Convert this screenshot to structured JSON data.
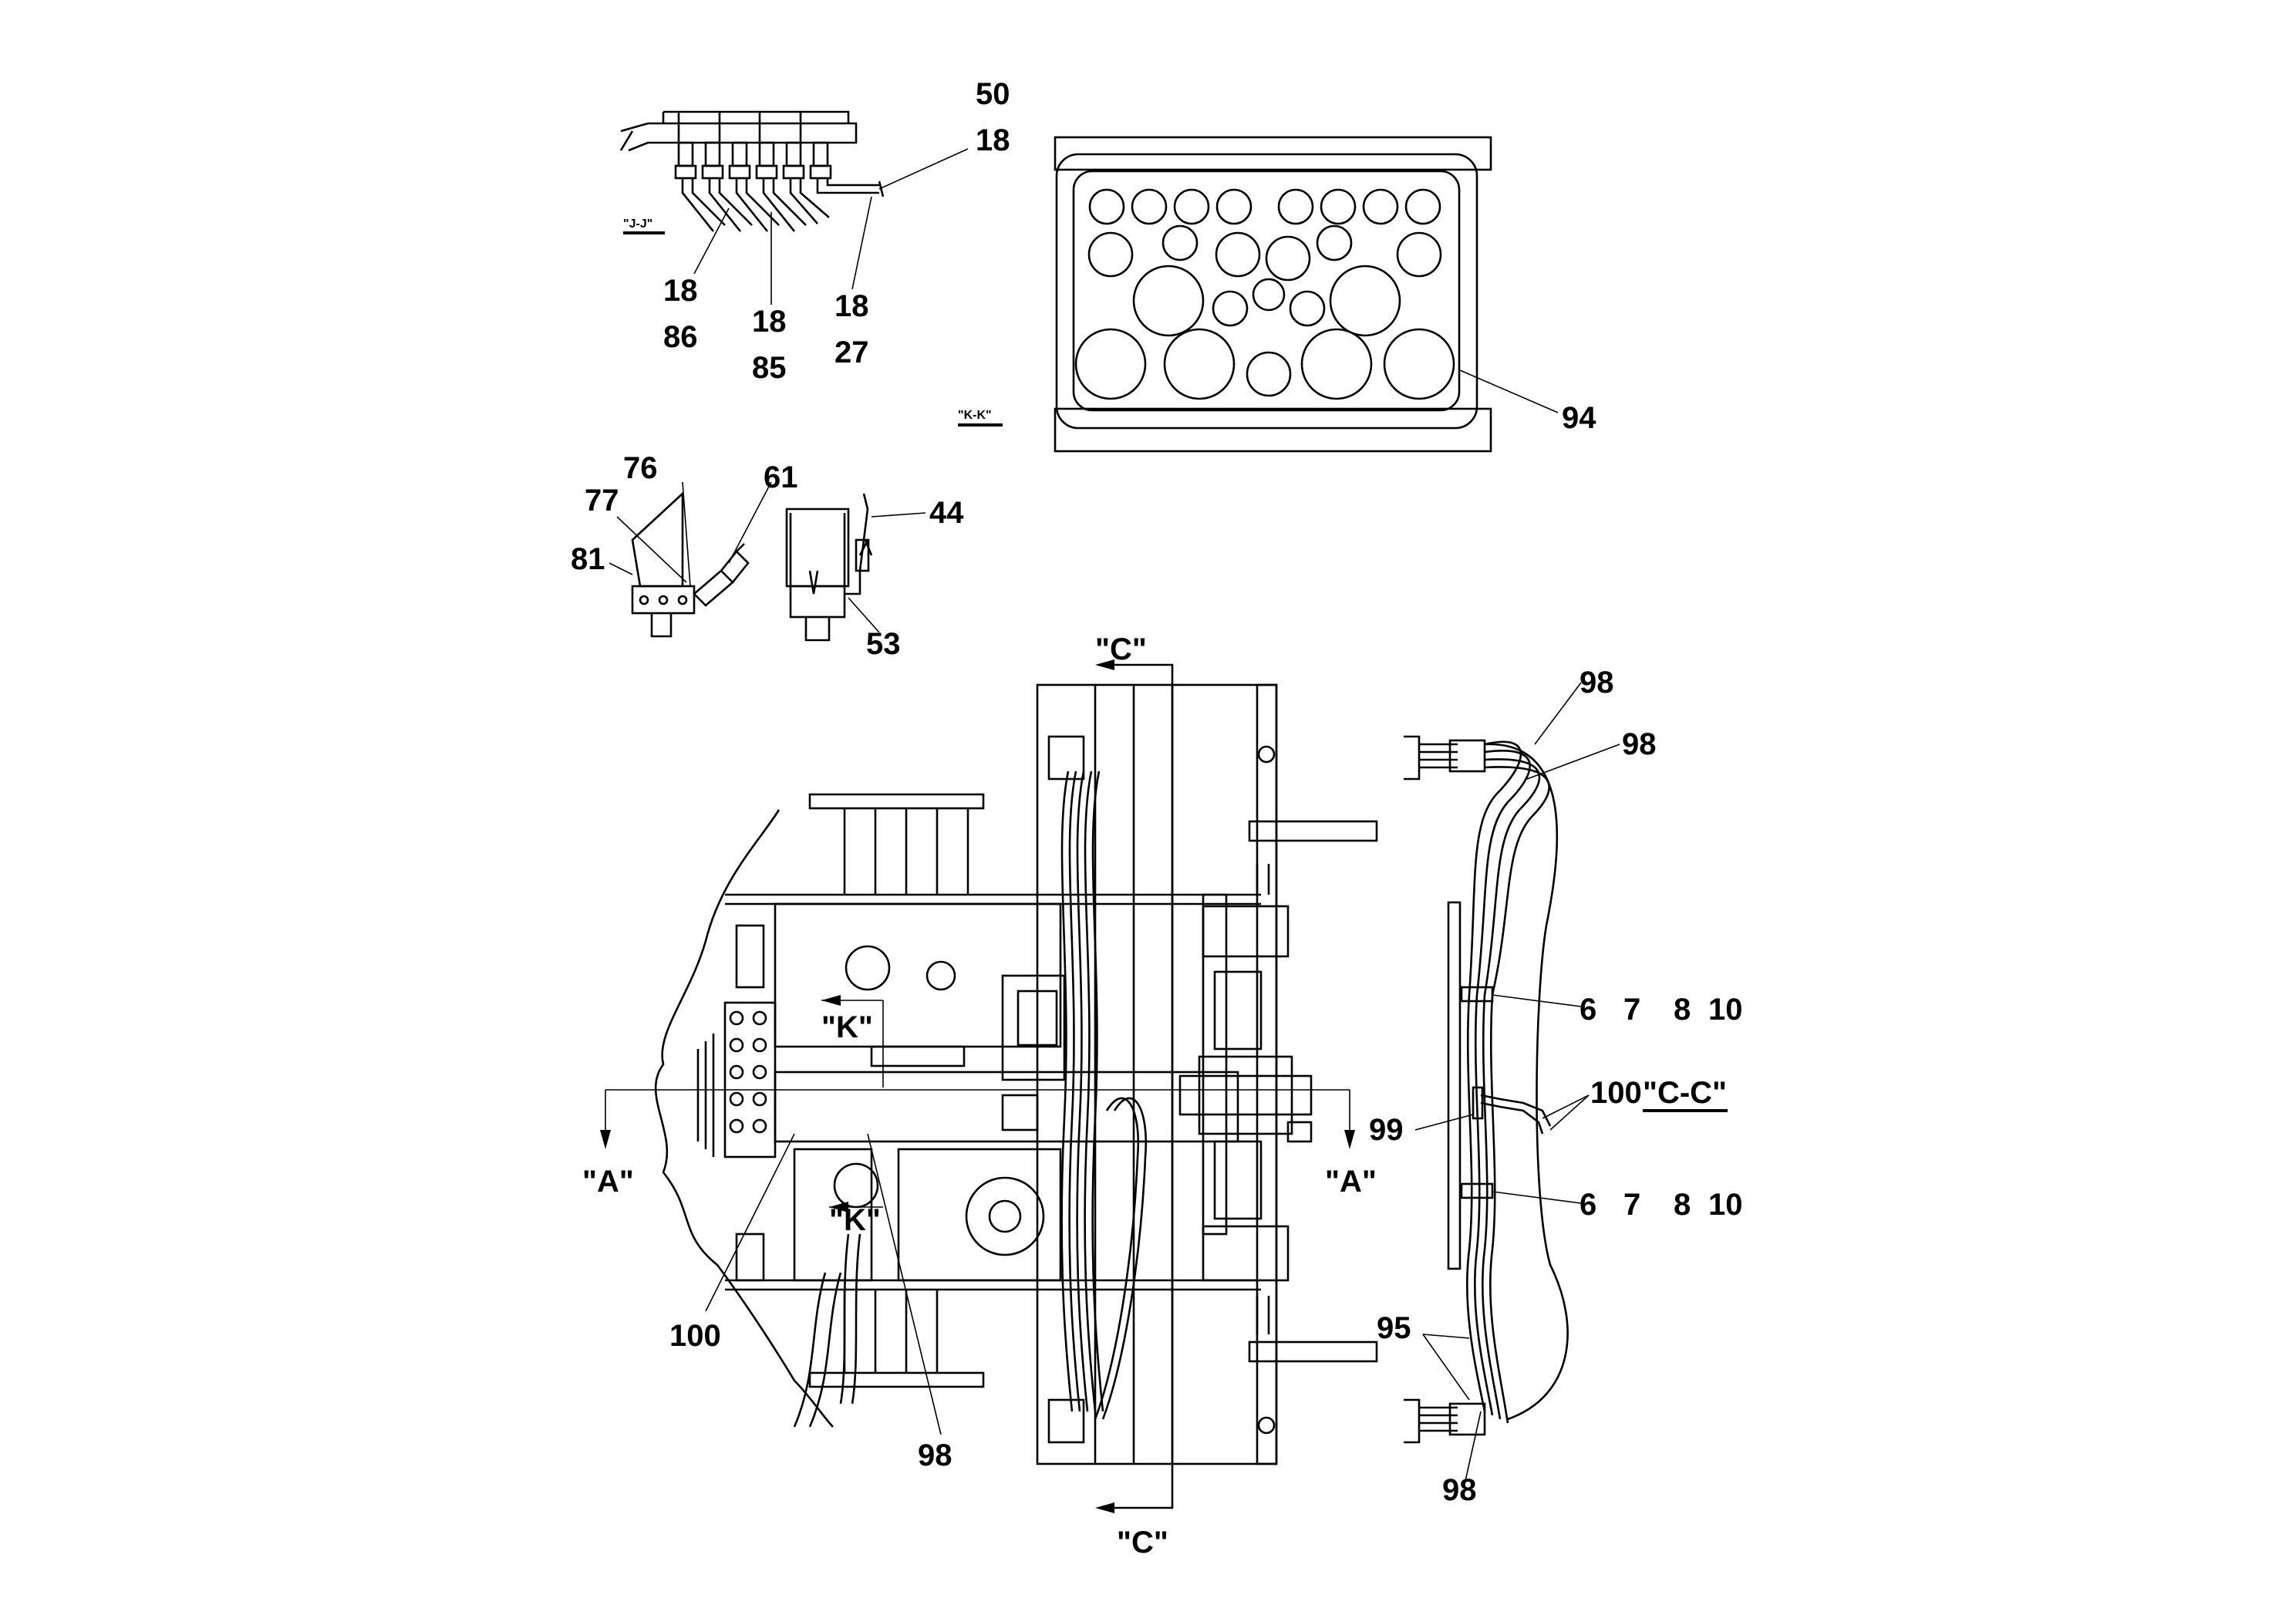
{
  "views": {
    "jj": {
      "section": "\"J-J\"",
      "labels": [
        "50",
        "18",
        "18",
        "86",
        "18",
        "85",
        "18",
        "27"
      ]
    },
    "kk": {
      "section": "\"K-K\"",
      "labels": [
        "94"
      ]
    },
    "detail": {
      "labels": [
        "76",
        "61",
        "77",
        "81",
        "44",
        "53"
      ]
    },
    "main": {
      "labels": [
        "\"C\"",
        "\"C\"",
        "\"K\"",
        "\"K\"",
        "\"A\"",
        "\"A\"",
        "100",
        "98"
      ]
    },
    "cc": {
      "section": "\"C-C\"",
      "labels": [
        "98",
        "98",
        "6",
        "7",
        "8",
        "10",
        "100",
        "99",
        "6",
        "7",
        "8",
        "10",
        "95",
        "98"
      ]
    }
  }
}
